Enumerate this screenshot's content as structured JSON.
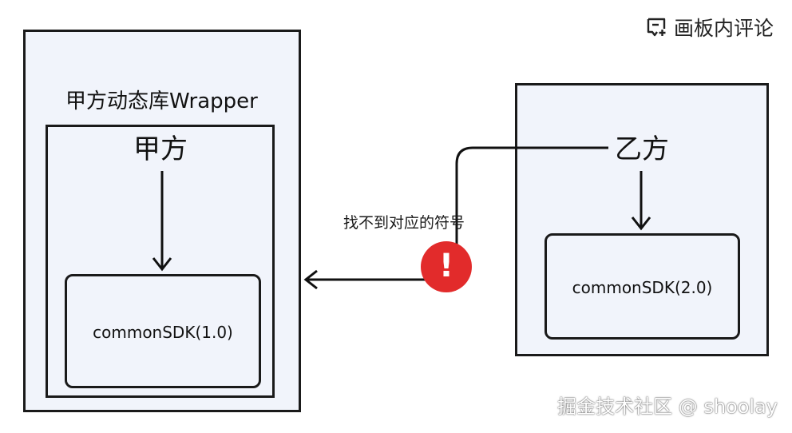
{
  "toolbar": {
    "comment_label": "画板内评论",
    "comment_icon": "comment-add-icon"
  },
  "diagram": {
    "wrapper_label": "甲方动态库Wrapper",
    "party_a_label": "甲方",
    "party_a_sdk": "commonSDK(1.0)",
    "party_b_label": "乙方",
    "party_b_sdk": "commonSDK(2.0)",
    "error_text": "找不到对应的符号",
    "error_badge": "!",
    "error_icon": "error-exclamation-icon"
  },
  "watermark": "掘金技术社区 @ shoolay",
  "colors": {
    "box_fill": "#f1f4fb",
    "stroke": "#1a1a1a",
    "error_red": "#e22b2b"
  }
}
